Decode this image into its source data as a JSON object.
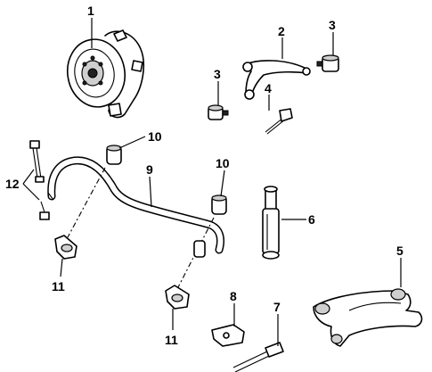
{
  "callouts": [
    {
      "id": "c1",
      "text": "1"
    },
    {
      "id": "c2",
      "text": "2"
    },
    {
      "id": "c3a",
      "text": "3"
    },
    {
      "id": "c3b",
      "text": "3"
    },
    {
      "id": "c4",
      "text": "4"
    },
    {
      "id": "c5",
      "text": "5"
    },
    {
      "id": "c6",
      "text": "6"
    },
    {
      "id": "c7",
      "text": "7"
    },
    {
      "id": "c8",
      "text": "8"
    },
    {
      "id": "c9",
      "text": "9"
    },
    {
      "id": "c10a",
      "text": "10"
    },
    {
      "id": "c10b",
      "text": "10"
    },
    {
      "id": "c11a",
      "text": "11"
    },
    {
      "id": "c11b",
      "text": "11"
    },
    {
      "id": "c12",
      "text": "12"
    }
  ]
}
